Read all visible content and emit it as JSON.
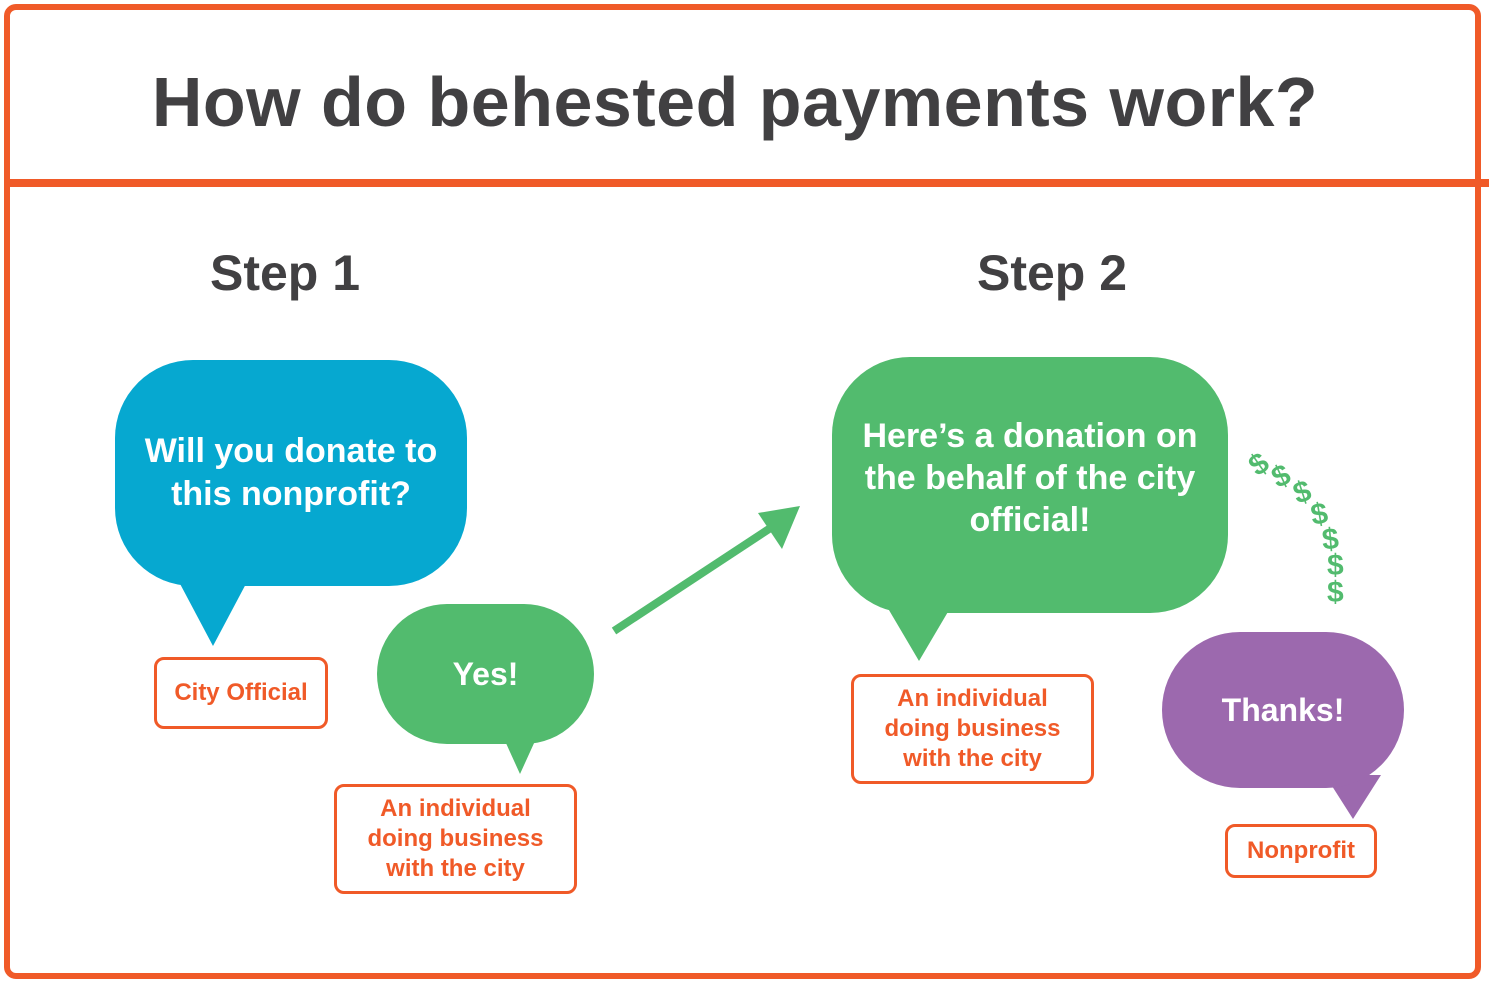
{
  "title": "How do behested payments work?",
  "steps": [
    {
      "heading": "Step 1"
    },
    {
      "heading": "Step 2"
    }
  ],
  "bubbles": {
    "official_question": "Will you donate to this nonprofit?",
    "individual_yes": "Yes!",
    "individual_donation": "Here’s a donation on the behalf of the city official!",
    "nonprofit_thanks": "Thanks!"
  },
  "labels": {
    "city_official": "City Official",
    "individual_step1": "An individual doing business with the city",
    "individual_step2": "An individual doing business with the city",
    "nonprofit": "Nonprofit"
  },
  "dollar_symbols": [
    "$",
    "$",
    "$",
    "$",
    "$",
    "$",
    "$"
  ],
  "colors": {
    "border": "#f05a28",
    "title_text": "#414042",
    "blue_bubble": "#06a8d0",
    "green_bubble": "#52bb6e",
    "purple_bubble": "#9c69ae"
  }
}
